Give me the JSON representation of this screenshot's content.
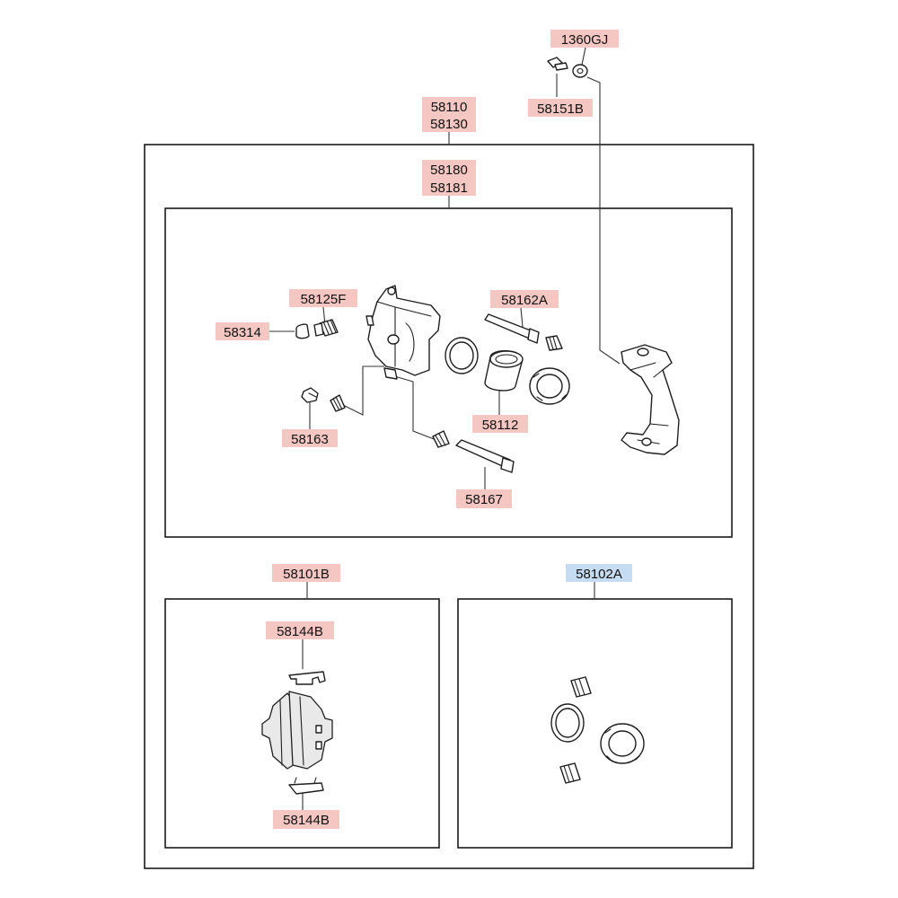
{
  "colors": {
    "label_red": "#f4c7c3",
    "label_blue": "#c6dcf3",
    "line": "#1a1a1a"
  },
  "labels": {
    "p1360GJ": "1360GJ",
    "p58151B": "58151B",
    "p58110": "58110",
    "p58130": "58130",
    "p58180": "58180",
    "p58181": "58181",
    "p58125F": "58125F",
    "p58314": "58314",
    "p58162A": "58162A",
    "p58163": "58163",
    "p58112": "58112",
    "p58167": "58167",
    "p58101B": "58101B",
    "p58102A": "58102A",
    "p58144B_top": "58144B",
    "p58144B_bottom": "58144B"
  }
}
